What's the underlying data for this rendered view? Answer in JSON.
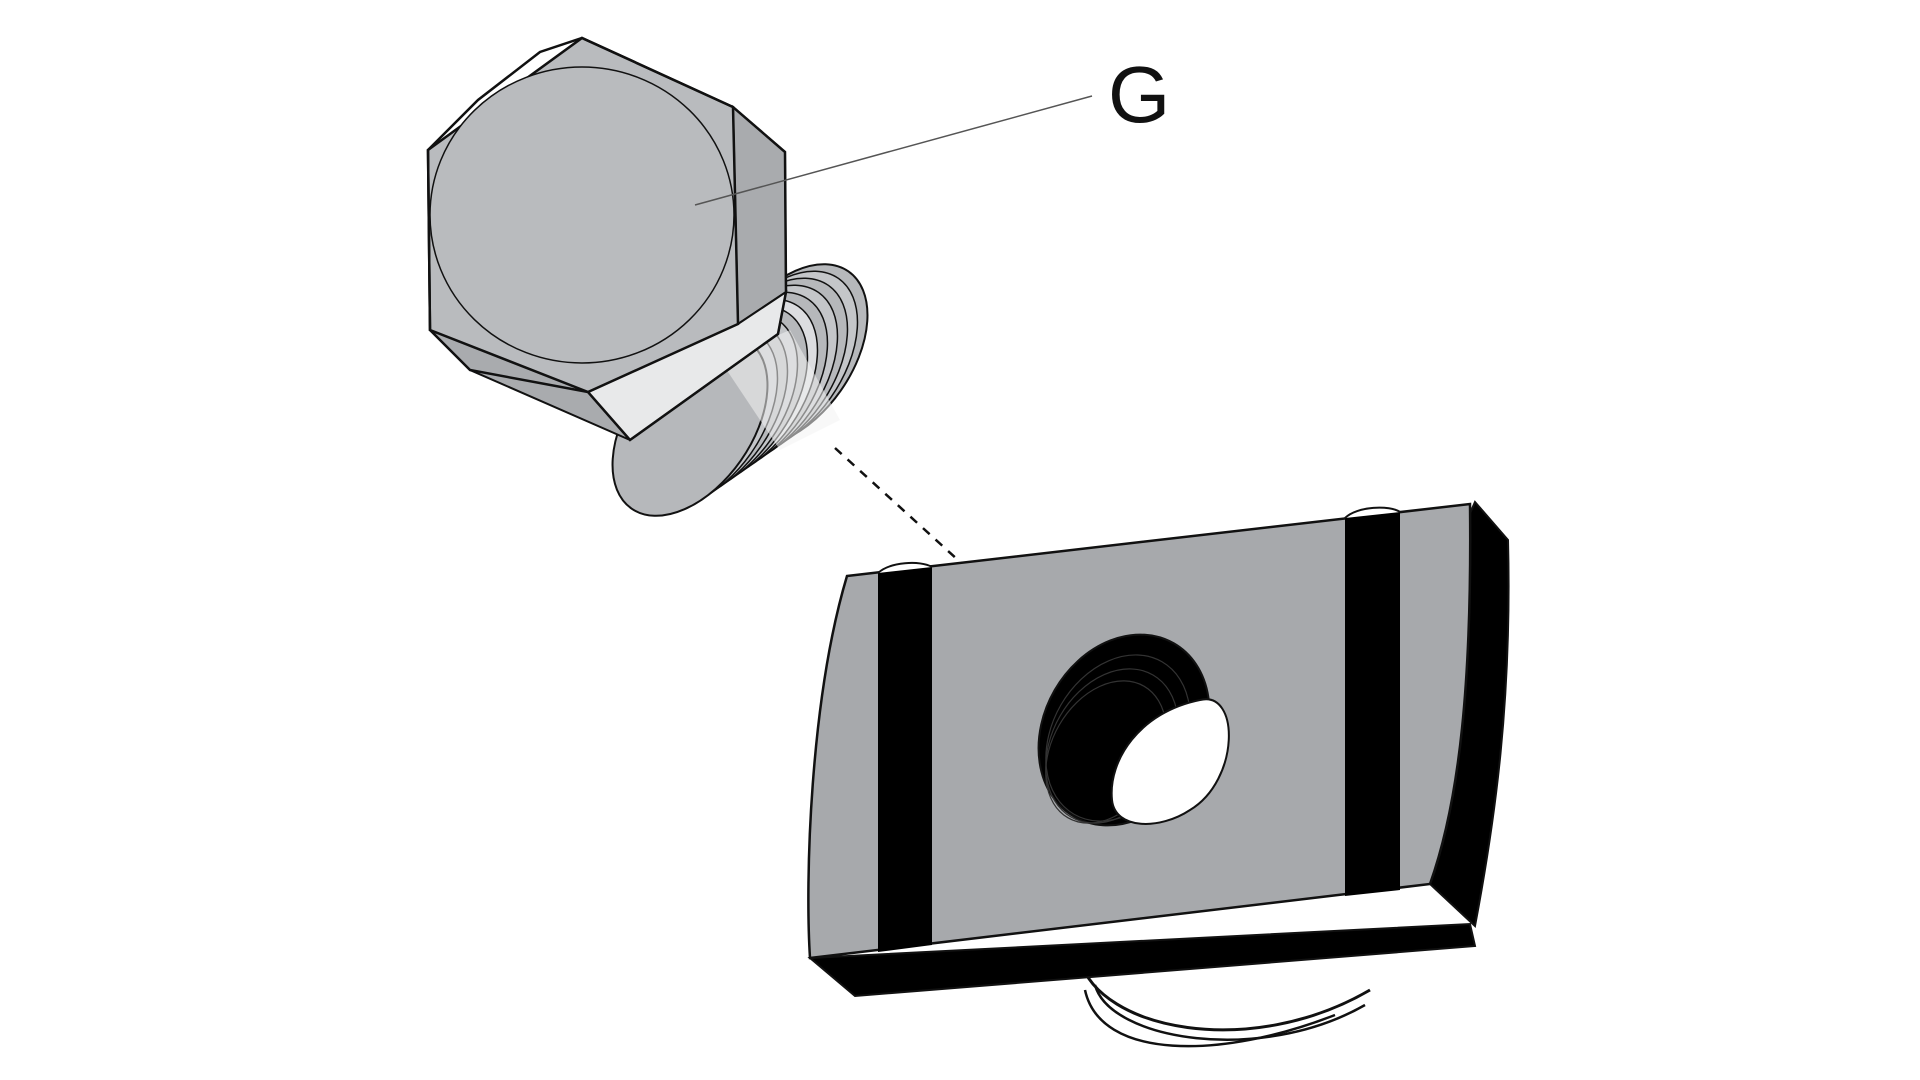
{
  "diagram": {
    "callout": {
      "label": "G"
    },
    "colors": {
      "background": "#ffffff",
      "metal": "#b6b8bb",
      "metal_dark": "#a7a9ac",
      "metal_light": "#e8e9ea",
      "outline": "#111111",
      "slot": "#000000"
    },
    "parts": [
      "hex-bolt",
      "channel-spring-nut"
    ]
  }
}
